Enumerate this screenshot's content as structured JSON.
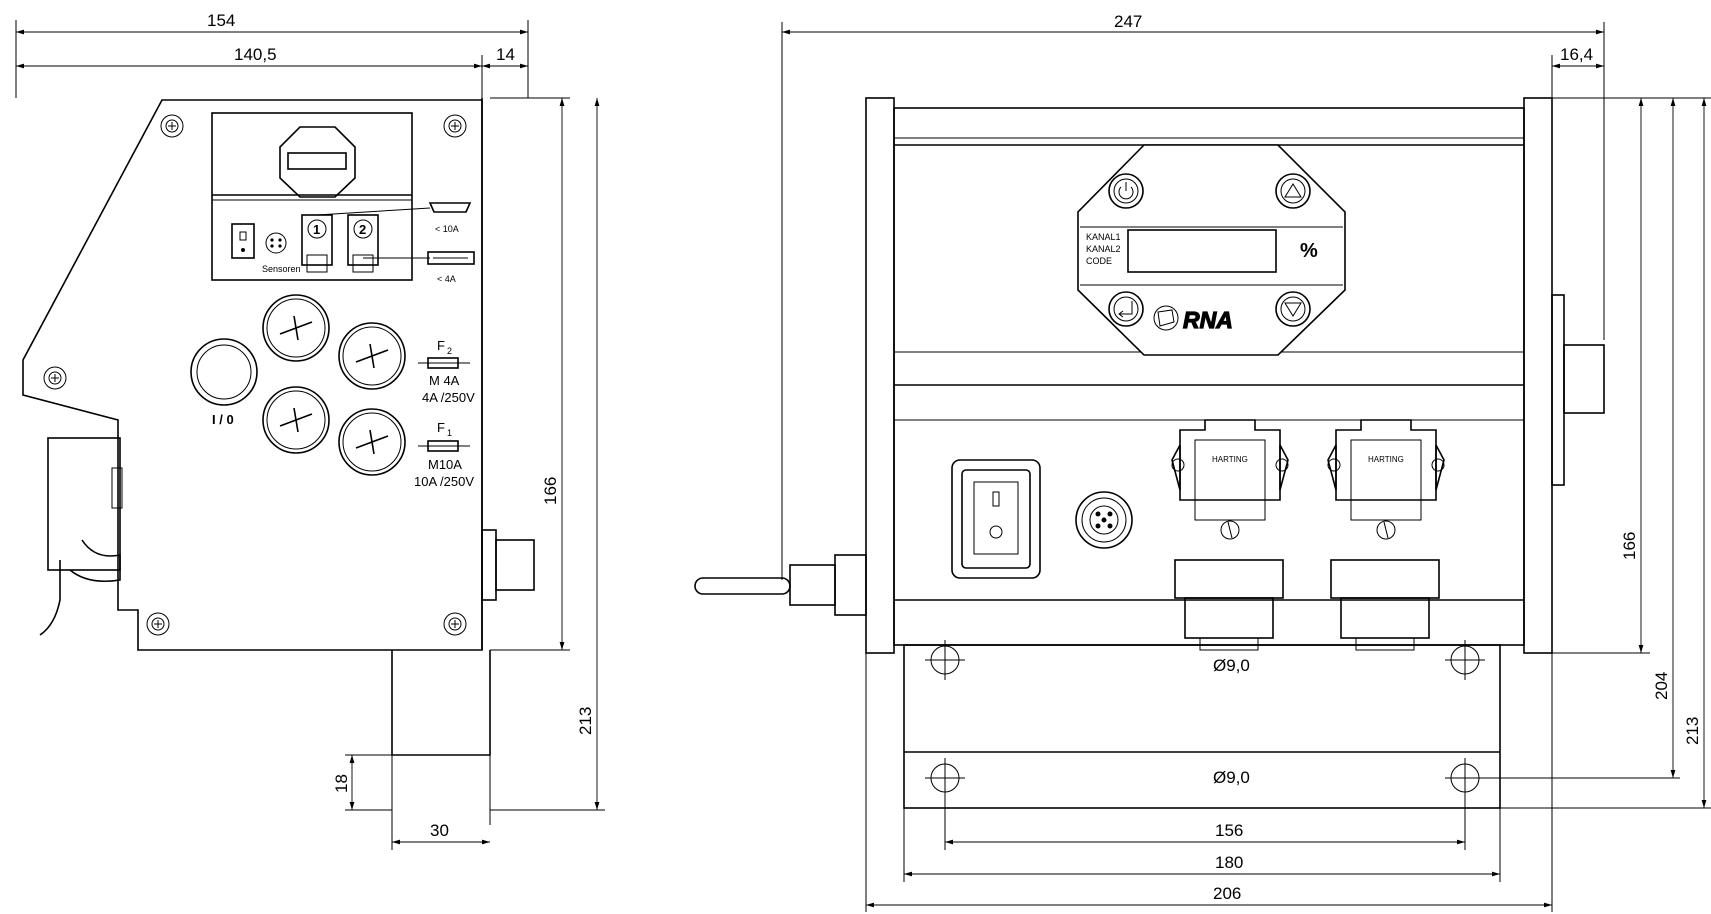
{
  "dimensions": {
    "side_total_width": "154",
    "side_body_width": "140,5",
    "side_offset": "14",
    "side_height_inner": "166",
    "side_height_total": "213",
    "side_foot_height": "18",
    "side_foot_width": "30",
    "front_total_width": "247",
    "front_offset": "16,4",
    "front_height_inner": "166",
    "front_height_mid": "204",
    "front_height_total": "213",
    "hole_spacing": "156",
    "plate_width": "180",
    "base_width": "206",
    "hole_upper": "Ø9,0",
    "hole_lower": "Ø9,0"
  },
  "side_panel": {
    "sensor_label": "Sensoren",
    "outlet1_number": "1",
    "outlet2_number": "2",
    "outlet1_rating": "< 10A",
    "outlet2_rating": "< 4A",
    "switch_label": "I / 0",
    "fuse2_name": "F",
    "fuse2_sub": "2",
    "fuse2_type": "M 4A",
    "fuse2_rating": "4A /250V",
    "fuse1_name": "F",
    "fuse1_sub": "1",
    "fuse1_type": "M10A",
    "fuse1_rating": "10A /250V"
  },
  "front_panel": {
    "channel1": "KANAL1",
    "channel2": "KANAL2",
    "code": "CODE",
    "unit": "%",
    "brand": "RNA",
    "connector1_brand": "HARTING",
    "connector2_brand": "HARTING"
  }
}
